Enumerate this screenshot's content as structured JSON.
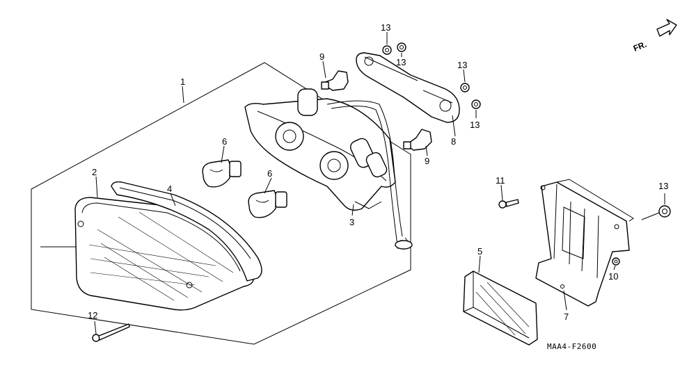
{
  "diagram": {
    "parts": [
      {
        "id": "p1",
        "callout": "1"
      },
      {
        "id": "p2",
        "callout": "2"
      },
      {
        "id": "p3",
        "callout": "3"
      },
      {
        "id": "p4",
        "callout": "4"
      },
      {
        "id": "p5",
        "callout": "5"
      },
      {
        "id": "p6a",
        "callout": "6"
      },
      {
        "id": "p6b",
        "callout": "6"
      },
      {
        "id": "p7",
        "callout": "7"
      },
      {
        "id": "p8",
        "callout": "8"
      },
      {
        "id": "p9a",
        "callout": "9"
      },
      {
        "id": "p9b",
        "callout": "9"
      },
      {
        "id": "p10",
        "callout": "10"
      },
      {
        "id": "p11",
        "callout": "11"
      },
      {
        "id": "p12",
        "callout": "12"
      },
      {
        "id": "p13a",
        "callout": "13"
      },
      {
        "id": "p13b",
        "callout": "13"
      },
      {
        "id": "p13c",
        "callout": "13"
      },
      {
        "id": "p13d",
        "callout": "13"
      },
      {
        "id": "p13e",
        "callout": "13"
      }
    ],
    "direction_label": "FR.",
    "figure_code": "MAA4-F2600"
  }
}
